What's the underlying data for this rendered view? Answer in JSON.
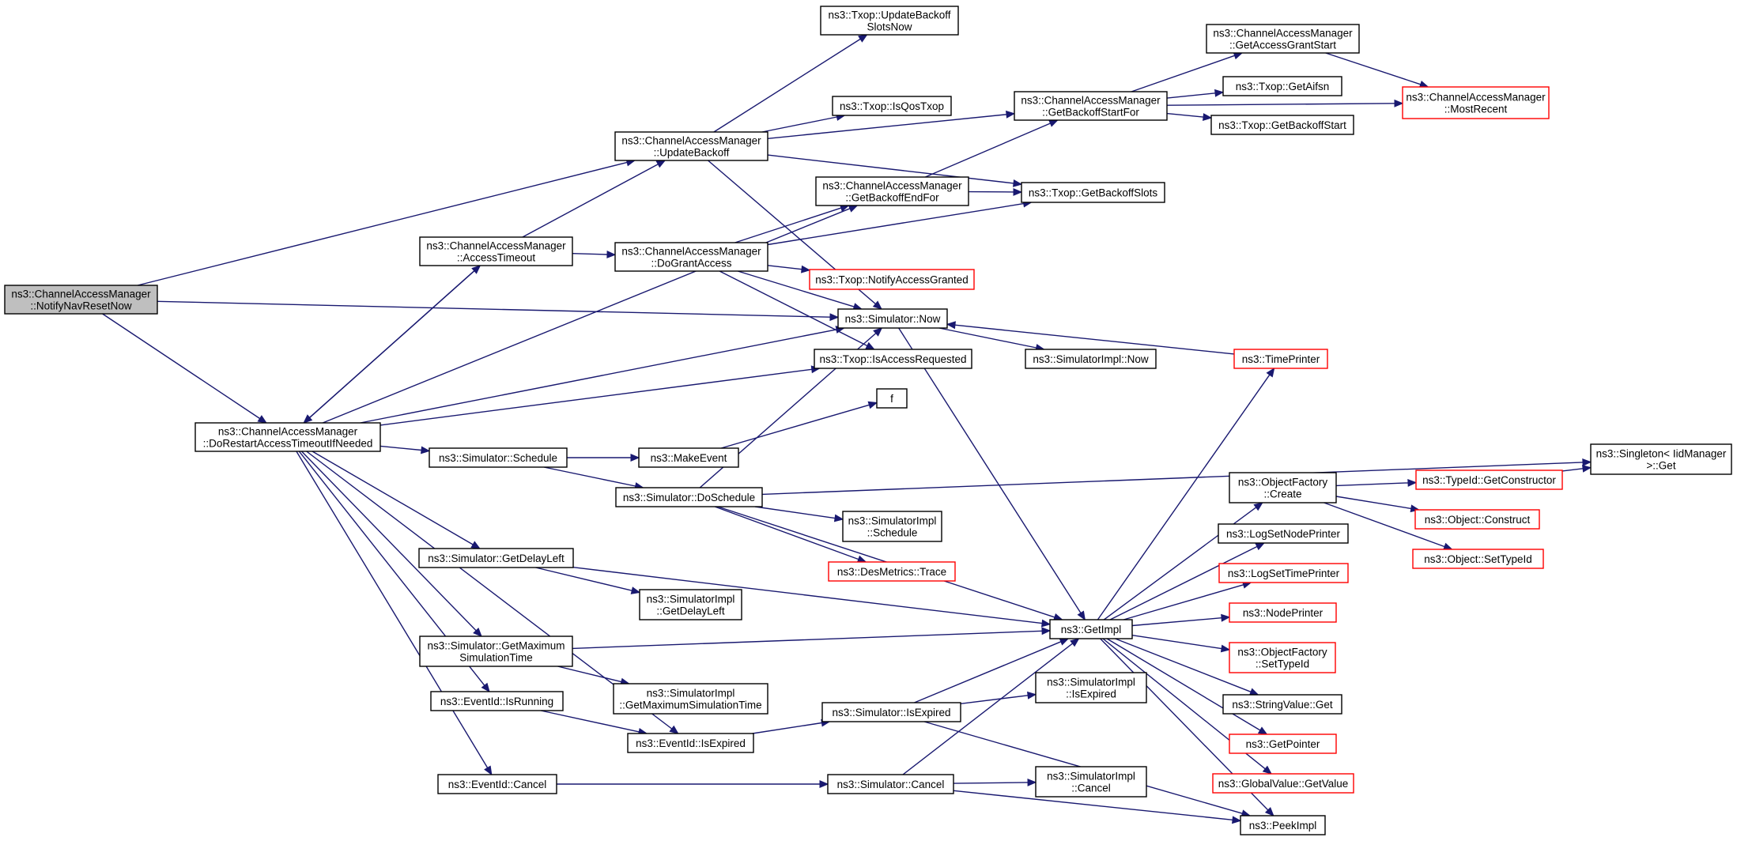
{
  "colors": {
    "edge": "#191970",
    "node_border": "#000000",
    "node_border_truncated": "#ff0000",
    "node_fill": "#ffffff",
    "root_fill": "#bfbfbf"
  },
  "nodes": [
    {
      "id": "notify_nav_reset",
      "lines": [
        "ns3::ChannelAccessManager",
        "::NotifyNavResetNow"
      ],
      "style": "root"
    },
    {
      "id": "do_restart",
      "lines": [
        "ns3::ChannelAccessManager",
        "::DoRestartAccessTimeoutIfNeeded"
      ],
      "style": "normal"
    },
    {
      "id": "access_timeout",
      "lines": [
        "ns3::ChannelAccessManager",
        "::AccessTimeout"
      ],
      "style": "normal"
    },
    {
      "id": "update_backoff",
      "lines": [
        "ns3::ChannelAccessManager",
        "::UpdateBackoff"
      ],
      "style": "normal"
    },
    {
      "id": "do_grant_access",
      "lines": [
        "ns3::ChannelAccessManager",
        "::DoGrantAccess"
      ],
      "style": "normal"
    },
    {
      "id": "get_backoff_end_for",
      "lines": [
        "ns3::ChannelAccessManager",
        "::GetBackoffEndFor"
      ],
      "style": "normal"
    },
    {
      "id": "get_backoff_start_for",
      "lines": [
        "ns3::ChannelAccessManager",
        "::GetBackoffStartFor"
      ],
      "style": "normal"
    },
    {
      "id": "get_access_grant_start",
      "lines": [
        "ns3::ChannelAccessManager",
        "::GetAccessGrantStart"
      ],
      "style": "normal"
    },
    {
      "id": "most_recent",
      "lines": [
        "ns3::ChannelAccessManager",
        "::MostRecent"
      ],
      "style": "truncated"
    },
    {
      "id": "txop_update_backoff_slots_now",
      "lines": [
        "ns3::Txop::UpdateBackoff",
        "SlotsNow"
      ],
      "style": "normal"
    },
    {
      "id": "txop_is_qos_txop",
      "lines": [
        "ns3::Txop::IsQosTxop"
      ],
      "style": "normal"
    },
    {
      "id": "txop_get_aifsn",
      "lines": [
        "ns3::Txop::GetAifsn"
      ],
      "style": "normal"
    },
    {
      "id": "txop_get_backoff_start",
      "lines": [
        "ns3::Txop::GetBackoffStart"
      ],
      "style": "normal"
    },
    {
      "id": "txop_get_backoff_slots",
      "lines": [
        "ns3::Txop::GetBackoffSlots"
      ],
      "style": "normal"
    },
    {
      "id": "txop_notify_access_granted",
      "lines": [
        "ns3::Txop::NotifyAccessGranted"
      ],
      "style": "truncated"
    },
    {
      "id": "simulator_now",
      "lines": [
        "ns3::Simulator::Now"
      ],
      "style": "normal"
    },
    {
      "id": "txop_is_access_requested",
      "lines": [
        "ns3::Txop::IsAccessRequested"
      ],
      "style": "normal"
    },
    {
      "id": "simulatorimpl_now",
      "lines": [
        "ns3::SimulatorImpl::Now"
      ],
      "style": "normal"
    },
    {
      "id": "time_printer",
      "lines": [
        "ns3::TimePrinter"
      ],
      "style": "truncated"
    },
    {
      "id": "f",
      "lines": [
        "f"
      ],
      "style": "normal"
    },
    {
      "id": "simulator_schedule",
      "lines": [
        "ns3::Simulator::Schedule"
      ],
      "style": "normal"
    },
    {
      "id": "make_event",
      "lines": [
        "ns3::MakeEvent"
      ],
      "style": "normal"
    },
    {
      "id": "simulator_do_schedule",
      "lines": [
        "ns3::Simulator::DoSchedule"
      ],
      "style": "normal"
    },
    {
      "id": "simulatorimpl_schedule",
      "lines": [
        "ns3::SimulatorImpl",
        "::Schedule"
      ],
      "style": "normal"
    },
    {
      "id": "des_metrics_trace",
      "lines": [
        "ns3::DesMetrics::Trace"
      ],
      "style": "truncated"
    },
    {
      "id": "singleton_get",
      "lines": [
        "ns3::Singleton< IidManager",
        ">::Get"
      ],
      "style": "normal"
    },
    {
      "id": "object_factory_create",
      "lines": [
        "ns3::ObjectFactory",
        "::Create"
      ],
      "style": "normal"
    },
    {
      "id": "typeid_get_constructor",
      "lines": [
        "ns3::TypeId::GetConstructor"
      ],
      "style": "truncated"
    },
    {
      "id": "object_construct",
      "lines": [
        "ns3::Object::Construct"
      ],
      "style": "truncated"
    },
    {
      "id": "object_set_typeid",
      "lines": [
        "ns3::Object::SetTypeId"
      ],
      "style": "truncated"
    },
    {
      "id": "log_set_node_printer",
      "lines": [
        "ns3::LogSetNodePrinter"
      ],
      "style": "normal"
    },
    {
      "id": "log_set_time_printer",
      "lines": [
        "ns3::LogSetTimePrinter"
      ],
      "style": "truncated"
    },
    {
      "id": "node_printer",
      "lines": [
        "ns3::NodePrinter"
      ],
      "style": "truncated"
    },
    {
      "id": "object_factory_set_typeid",
      "lines": [
        "ns3::ObjectFactory",
        "::SetTypeId"
      ],
      "style": "truncated"
    },
    {
      "id": "string_value_get",
      "lines": [
        "ns3::StringValue::Get"
      ],
      "style": "normal"
    },
    {
      "id": "get_pointer",
      "lines": [
        "ns3::GetPointer"
      ],
      "style": "truncated"
    },
    {
      "id": "global_value_get_value",
      "lines": [
        "ns3::GlobalValue::GetValue"
      ],
      "style": "truncated"
    },
    {
      "id": "peek_impl",
      "lines": [
        "ns3::PeekImpl"
      ],
      "style": "normal"
    },
    {
      "id": "get_impl",
      "lines": [
        "ns3::GetImpl"
      ],
      "style": "normal"
    },
    {
      "id": "simulator_get_delay_left",
      "lines": [
        "ns3::Simulator::GetDelayLeft"
      ],
      "style": "normal"
    },
    {
      "id": "simulatorimpl_get_delay_left",
      "lines": [
        "ns3::SimulatorImpl",
        "::GetDelayLeft"
      ],
      "style": "normal"
    },
    {
      "id": "simulator_get_max_sim_time",
      "lines": [
        "ns3::Simulator::GetMaximum",
        "SimulationTime"
      ],
      "style": "normal"
    },
    {
      "id": "simulatorimpl_get_max_sim_time",
      "lines": [
        "ns3::SimulatorImpl",
        "::GetMaximumSimulationTime"
      ],
      "style": "normal"
    },
    {
      "id": "eventid_is_running",
      "lines": [
        "ns3::EventId::IsRunning"
      ],
      "style": "normal"
    },
    {
      "id": "eventid_is_expired",
      "lines": [
        "ns3::EventId::IsExpired"
      ],
      "style": "normal"
    },
    {
      "id": "simulator_is_expired",
      "lines": [
        "ns3::Simulator::IsExpired"
      ],
      "style": "normal"
    },
    {
      "id": "simulatorimpl_is_expired",
      "lines": [
        "ns3::SimulatorImpl",
        "::IsExpired"
      ],
      "style": "normal"
    },
    {
      "id": "eventid_cancel",
      "lines": [
        "ns3::EventId::Cancel"
      ],
      "style": "normal"
    },
    {
      "id": "simulator_cancel",
      "lines": [
        "ns3::Simulator::Cancel"
      ],
      "style": "normal"
    },
    {
      "id": "simulatorimpl_cancel",
      "lines": [
        "ns3::SimulatorImpl",
        "::Cancel"
      ],
      "style": "normal"
    }
  ],
  "edges": [
    {
      "from": "notify_nav_reset",
      "to": "update_backoff"
    },
    {
      "from": "notify_nav_reset",
      "to": "simulator_now"
    },
    {
      "from": "notify_nav_reset",
      "to": "do_restart"
    },
    {
      "from": "do_restart",
      "to": "access_timeout"
    },
    {
      "from": "do_restart",
      "to": "get_backoff_end_for"
    },
    {
      "from": "do_restart",
      "to": "simulator_now"
    },
    {
      "from": "do_restart",
      "to": "txop_is_access_requested"
    },
    {
      "from": "do_restart",
      "to": "simulator_schedule"
    },
    {
      "from": "do_restart",
      "to": "simulator_get_delay_left"
    },
    {
      "from": "do_restart",
      "to": "simulator_get_max_sim_time"
    },
    {
      "from": "do_restart",
      "to": "eventid_is_running"
    },
    {
      "from": "do_restart",
      "to": "eventid_is_expired"
    },
    {
      "from": "do_restart",
      "to": "eventid_cancel"
    },
    {
      "from": "access_timeout",
      "to": "update_backoff"
    },
    {
      "from": "access_timeout",
      "to": "do_grant_access"
    },
    {
      "from": "access_timeout",
      "to": "do_restart"
    },
    {
      "from": "update_backoff",
      "to": "txop_update_backoff_slots_now"
    },
    {
      "from": "update_backoff",
      "to": "get_backoff_start_for"
    },
    {
      "from": "update_backoff",
      "to": "txop_is_qos_txop"
    },
    {
      "from": "update_backoff",
      "to": "txop_get_backoff_slots"
    },
    {
      "from": "update_backoff",
      "to": "simulator_now"
    },
    {
      "from": "do_grant_access",
      "to": "get_backoff_end_for"
    },
    {
      "from": "do_grant_access",
      "to": "txop_get_backoff_slots"
    },
    {
      "from": "do_grant_access",
      "to": "txop_notify_access_granted"
    },
    {
      "from": "do_grant_access",
      "to": "simulator_now"
    },
    {
      "from": "do_grant_access",
      "to": "txop_is_access_requested"
    },
    {
      "from": "get_backoff_end_for",
      "to": "get_backoff_start_for"
    },
    {
      "from": "get_backoff_end_for",
      "to": "txop_get_backoff_slots"
    },
    {
      "from": "get_backoff_start_for",
      "to": "get_access_grant_start"
    },
    {
      "from": "get_backoff_start_for",
      "to": "txop_get_aifsn"
    },
    {
      "from": "get_backoff_start_for",
      "to": "txop_get_backoff_start"
    },
    {
      "from": "get_backoff_start_for",
      "to": "most_recent"
    },
    {
      "from": "get_access_grant_start",
      "to": "most_recent"
    },
    {
      "from": "simulator_now",
      "to": "simulatorimpl_now"
    },
    {
      "from": "simulator_now",
      "to": "get_impl"
    },
    {
      "from": "time_printer",
      "to": "simulator_now"
    },
    {
      "from": "simulator_schedule",
      "to": "make_event"
    },
    {
      "from": "simulator_schedule",
      "to": "simulator_do_schedule"
    },
    {
      "from": "make_event",
      "to": "f"
    },
    {
      "from": "simulator_do_schedule",
      "to": "simulator_now"
    },
    {
      "from": "simulator_do_schedule",
      "to": "simulatorimpl_schedule"
    },
    {
      "from": "simulator_do_schedule",
      "to": "des_metrics_trace"
    },
    {
      "from": "simulator_do_schedule",
      "to": "singleton_get"
    },
    {
      "from": "simulator_do_schedule",
      "to": "get_impl"
    },
    {
      "from": "get_impl",
      "to": "time_printer"
    },
    {
      "from": "get_impl",
      "to": "object_factory_create"
    },
    {
      "from": "get_impl",
      "to": "log_set_node_printer"
    },
    {
      "from": "get_impl",
      "to": "log_set_time_printer"
    },
    {
      "from": "get_impl",
      "to": "node_printer"
    },
    {
      "from": "get_impl",
      "to": "object_factory_set_typeid"
    },
    {
      "from": "get_impl",
      "to": "string_value_get"
    },
    {
      "from": "get_impl",
      "to": "get_pointer"
    },
    {
      "from": "get_impl",
      "to": "global_value_get_value"
    },
    {
      "from": "get_impl",
      "to": "peek_impl"
    },
    {
      "from": "object_factory_create",
      "to": "typeid_get_constructor"
    },
    {
      "from": "object_factory_create",
      "to": "object_construct"
    },
    {
      "from": "object_factory_create",
      "to": "object_set_typeid"
    },
    {
      "from": "typeid_get_constructor",
      "to": "singleton_get"
    },
    {
      "from": "simulator_get_delay_left",
      "to": "simulatorimpl_get_delay_left"
    },
    {
      "from": "simulator_get_delay_left",
      "to": "get_impl"
    },
    {
      "from": "simulator_get_max_sim_time",
      "to": "get_impl"
    },
    {
      "from": "simulator_get_max_sim_time",
      "to": "simulatorimpl_get_max_sim_time"
    },
    {
      "from": "eventid_is_running",
      "to": "eventid_is_expired"
    },
    {
      "from": "eventid_is_expired",
      "to": "simulator_is_expired"
    },
    {
      "from": "simulator_is_expired",
      "to": "get_impl"
    },
    {
      "from": "simulator_is_expired",
      "to": "simulatorimpl_is_expired"
    },
    {
      "from": "simulator_is_expired",
      "to": "peek_impl"
    },
    {
      "from": "eventid_cancel",
      "to": "simulator_cancel"
    },
    {
      "from": "simulator_cancel",
      "to": "get_impl"
    },
    {
      "from": "simulator_cancel",
      "to": "simulatorimpl_cancel"
    },
    {
      "from": "simulator_cancel",
      "to": "peek_impl"
    }
  ]
}
